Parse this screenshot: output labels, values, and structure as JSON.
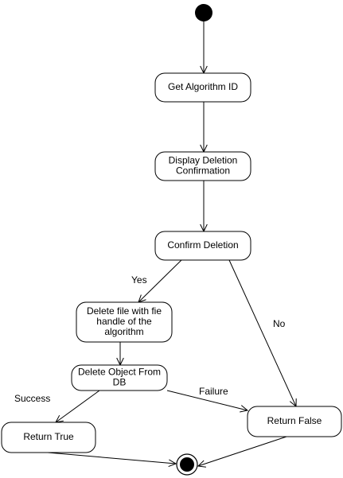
{
  "diagram": {
    "type": "uml-activity",
    "nodes": [
      {
        "id": "start",
        "kind": "initial"
      },
      {
        "id": "get-id",
        "kind": "action",
        "lines": [
          "Get Algorithm ID"
        ]
      },
      {
        "id": "display-confirm",
        "kind": "action",
        "lines": [
          "Display Deletion",
          "Confirmation"
        ]
      },
      {
        "id": "confirm",
        "kind": "action",
        "lines": [
          "Confirm Deletion"
        ]
      },
      {
        "id": "delete-file",
        "kind": "action",
        "lines": [
          "Delete file with fie",
          "handle of the",
          "algorithm"
        ]
      },
      {
        "id": "delete-object",
        "kind": "action",
        "lines": [
          "Delete Object From",
          "DB"
        ]
      },
      {
        "id": "return-true",
        "kind": "action",
        "lines": [
          "Return True"
        ]
      },
      {
        "id": "return-false",
        "kind": "action",
        "lines": [
          "Return False"
        ]
      },
      {
        "id": "end",
        "kind": "final"
      }
    ],
    "edges": [
      {
        "id": "start-to-get-id",
        "from": "start",
        "to": "get-id",
        "label": ""
      },
      {
        "id": "get-id-to-display",
        "from": "get-id",
        "to": "display-confirm",
        "label": ""
      },
      {
        "id": "display-to-confirm",
        "from": "display-confirm",
        "to": "confirm",
        "label": ""
      },
      {
        "id": "confirm-to-delete-file",
        "from": "confirm",
        "to": "delete-file",
        "label": "Yes"
      },
      {
        "id": "confirm-to-return-false",
        "from": "confirm",
        "to": "return-false",
        "label": "No"
      },
      {
        "id": "delete-file-to-delete-object",
        "from": "delete-file",
        "to": "delete-object",
        "label": ""
      },
      {
        "id": "delete-object-to-return-true",
        "from": "delete-object",
        "to": "return-true",
        "label": "Success"
      },
      {
        "id": "delete-object-to-return-false",
        "from": "delete-object",
        "to": "return-false",
        "label": "Failure"
      },
      {
        "id": "return-true-to-end",
        "from": "return-true",
        "to": "end",
        "label": ""
      },
      {
        "id": "return-false-to-end",
        "from": "return-false",
        "to": "end",
        "label": ""
      }
    ]
  }
}
